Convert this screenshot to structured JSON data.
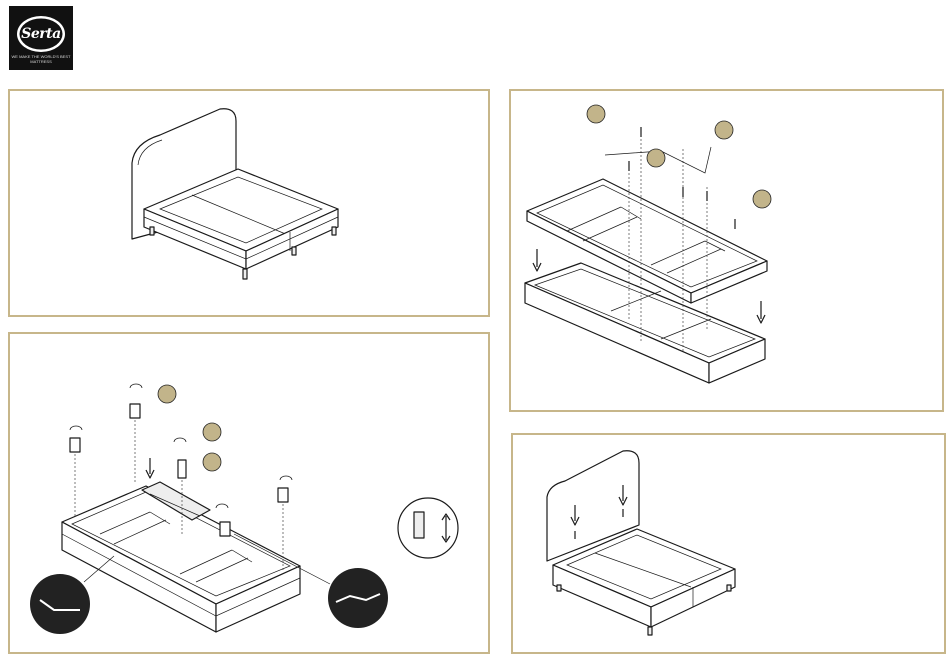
{
  "brand": {
    "name": "Serta",
    "tagline": "WE MAKE THE WORLD'S BEST MATTRESS",
    "logo_bg": "#111111",
    "accent": "#c7b68a",
    "callout_fill": "#c2b48a"
  },
  "panels": [
    {
      "id": "step-assembled-bed",
      "icons": [
        "bed-with-headboard"
      ]
    },
    {
      "id": "step-attach-frames",
      "icons": [
        "split-base-frame",
        "screws",
        "callout-markers"
      ]
    },
    {
      "id": "step-legs-motor",
      "icons": [
        "legs",
        "motor-unit",
        "leg-height-adjust",
        "position-detail"
      ]
    },
    {
      "id": "step-headboard",
      "icons": [
        "headboard-insert-arrows",
        "bed-base"
      ]
    }
  ]
}
